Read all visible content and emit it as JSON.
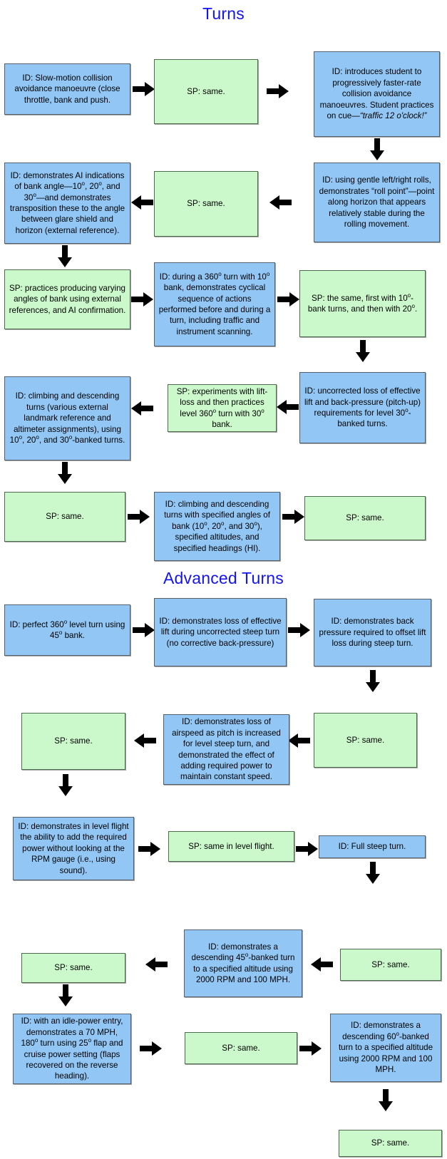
{
  "sections": [
    {
      "id": "turns",
      "title": "Turns"
    },
    {
      "id": "advanced",
      "title": "Advanced Turns"
    }
  ],
  "colors": {
    "instructor_box": "#92c6f4",
    "student_box": "#ccf9cc",
    "title_text": "#1414f0",
    "box_border": "#5a5a5a",
    "arrow": "#000000"
  },
  "nodes": {
    "t1": "ID:  Slow-motion collision avoidance manoeuvre (close throttle, bank and push.",
    "t2": "SP: same.",
    "t3_a": "ID: introduces student to progressively faster-rate collision avoidance manoeuvres.  Student practices on cue—",
    "t3_b": "“traffic 12 o'clock!”",
    "t4_a": "ID: using gentle left/right rolls, demonstrates “roll point”—point along horizon that appears relatively stable during the rolling movement.",
    "t5": "SP: same.",
    "t6_a": "ID: demonstrates AI indications of bank angle—10",
    "t6_b": ", 20",
    "t6_c": ", and 30",
    "t6_d": "—and demonstrates transposition these to the angle between glare shield and horizon (external reference).",
    "t7": "SP: practices producing varying angles of bank using external references, and AI confirmation.",
    "t8_a": "ID: during a 360",
    "t8_b": " turn with 10",
    "t8_c": " bank, demonstrates cyclical sequence of actions performed before and during a turn, including traffic and instrument scanning.",
    "t9_a": "SP: the same, first with 10",
    "t9_b": "-bank turns, and then with 20",
    "t9_c": ".",
    "t10_a": "ID: uncorrected loss of effective lift and back-pressure (pitch-up) requirements for level 30",
    "t10_b": "-banked turns.",
    "t11_a": "SP: experiments with lift-loss and then practices level 360",
    "t11_b": " turn with 30",
    "t11_c": " bank.",
    "t12_a": "ID: climbing and descending turns (various external landmark reference and altimeter assignments), using 10",
    "t12_b": ", 20",
    "t12_c": ", and 30",
    "t12_d": "-banked turns.",
    "t13": "SP: same.",
    "t14_a": "ID: climbing and descending turns with specified angles of bank (10",
    "t14_b": ", 20",
    "t14_c": ", and 30",
    "t14_d": "), specified altitudes, and specified headings (HI).",
    "t15": "SP: same.",
    "a1_a": "ID:  perfect 360",
    "a1_b": " level turn using 45",
    "a1_c": " bank.",
    "a2": "ID: demonstrates loss of effective lift during uncorrected steep turn (no corrective back-pressure)",
    "a3": "ID: demonstrates back pressure required to offset lift loss during steep turn.",
    "a4": "SP: same.",
    "a5": "ID: demonstrates loss of airspeed as pitch is increased for level steep turn, and demonstrated the effect of adding required power to maintain constant speed.",
    "a6": "SP: same.",
    "a7": "ID: demonstrates in level flight the ability to add the required power without looking at the RPM gauge (i.e., using sound).",
    "a8": "SP: same in level flight.",
    "a9": "ID: Full steep turn.",
    "a10": "SP: same.",
    "a11_a": "ID: demonstrates a descending 45",
    "a11_b": "-banked turn to a specified altitude using 2000 RPM and 100 MPH.",
    "a12": "SP: same.",
    "a13_a": "ID: with an idle-power entry, demonstrates a 70 MPH, 180",
    "a13_b": " turn using 25",
    "a13_c": " flap and cruise power setting (flaps recovered on the reverse heading).",
    "a14": "SP: same.",
    "a15_a": "ID: demonstrates a descending 60",
    "a15_b": "-banked turn to a specified altitude using 2000 RPM and 100 MPH.",
    "a16": "SP: same."
  },
  "degree_symbol": "o"
}
